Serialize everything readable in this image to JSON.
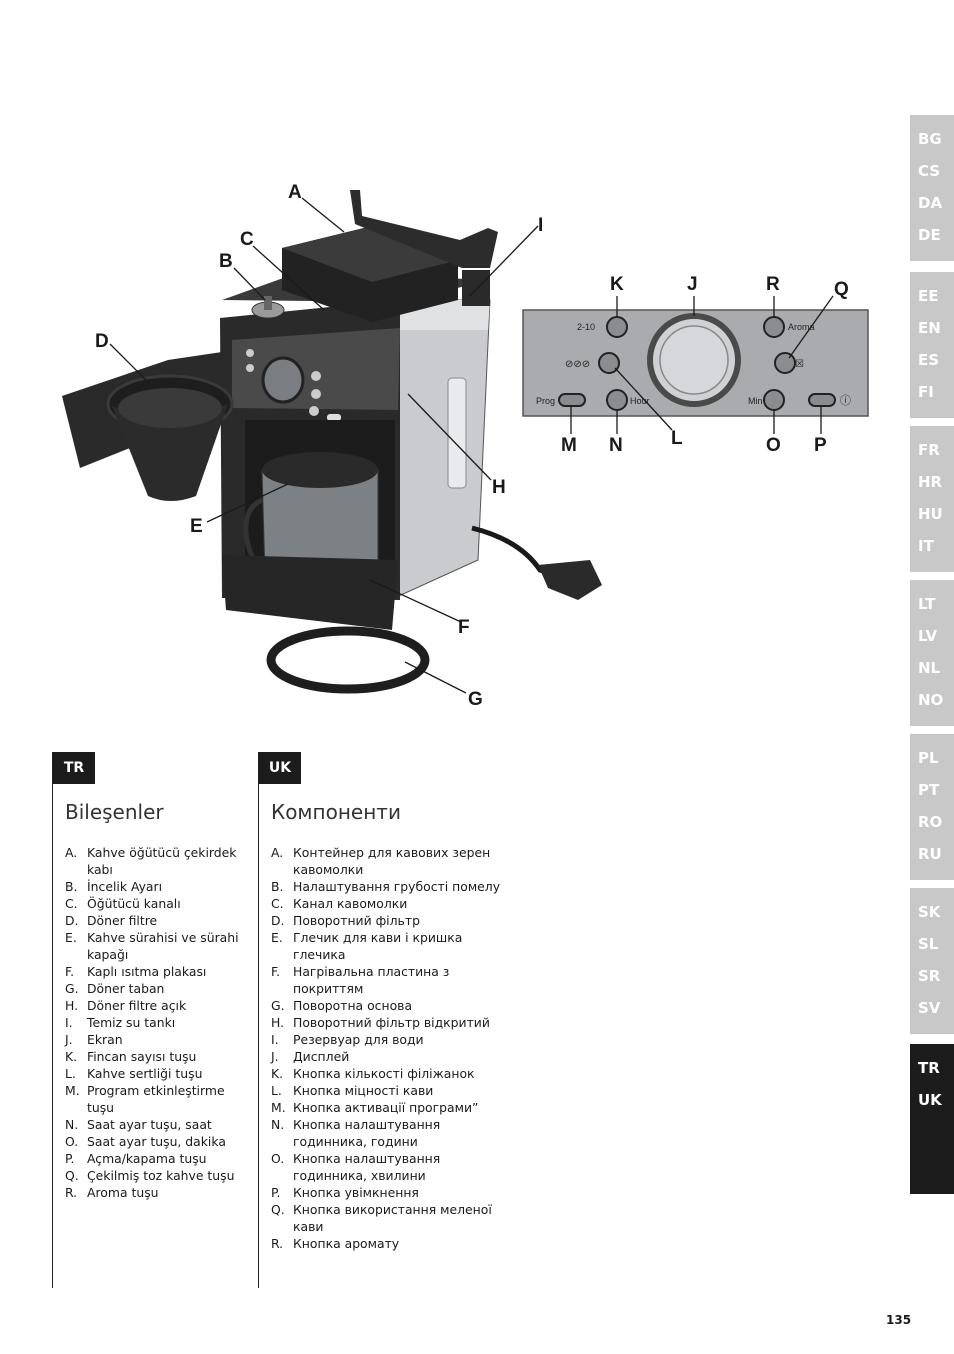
{
  "lang_tabs": [
    {
      "items": [
        "BG",
        "CS",
        "DA",
        "DE"
      ],
      "active": false
    },
    {
      "items": [
        "EE",
        "EN",
        "ES",
        "FI"
      ],
      "active": false
    },
    {
      "items": [
        "FR",
        "HR",
        "HU",
        "IT"
      ],
      "active": false
    },
    {
      "items": [
        "LT",
        "LV",
        "NL",
        "NO"
      ],
      "active": false
    },
    {
      "items": [
        "PL",
        "PT",
        "RO",
        "RU"
      ],
      "active": false
    },
    {
      "items": [
        "SK",
        "SL",
        "SR",
        "SV"
      ],
      "active": false
    },
    {
      "items": [
        "TR",
        "UK"
      ],
      "active": true
    }
  ],
  "figure": {
    "callouts": {
      "A": "A",
      "B": "B",
      "C": "C",
      "D": "D",
      "E": "E",
      "F": "F",
      "G": "G",
      "H": "H",
      "I": "I",
      "J": "J",
      "K": "K",
      "L": "L",
      "M": "M",
      "N": "N",
      "O": "O",
      "P": "P",
      "Q": "Q",
      "R": "R"
    },
    "panel_labels": {
      "cups": "2-10",
      "prog": "Prog",
      "hour": "Hour",
      "min": "Min",
      "aroma": "Aroma"
    }
  },
  "tr": {
    "badge": "TR",
    "heading": "Bileşenler",
    "items": [
      {
        "letter": "A.",
        "text": "Kahve öğütücü çekirdek kabı"
      },
      {
        "letter": "B.",
        "text": "İncelik Ayarı"
      },
      {
        "letter": "C.",
        "text": "Öğütücü kanalı"
      },
      {
        "letter": "D.",
        "text": "Döner filtre"
      },
      {
        "letter": "E.",
        "text": "Kahve sürahisi ve sürahi kapağı"
      },
      {
        "letter": "F.",
        "text": "Kaplı ısıtma plakası"
      },
      {
        "letter": "G.",
        "text": "Döner taban"
      },
      {
        "letter": "H.",
        "text": "Döner filtre açık"
      },
      {
        "letter": "I.",
        "text": "Temiz su tankı"
      },
      {
        "letter": "J.",
        "text": "Ekran"
      },
      {
        "letter": "K.",
        "text": "Fincan sayısı tuşu"
      },
      {
        "letter": "L.",
        "text": "Kahve sertliği tuşu"
      },
      {
        "letter": "M.",
        "text": "Program etkinleştirme tuşu"
      },
      {
        "letter": "N.",
        "text": "Saat ayar tuşu, saat"
      },
      {
        "letter": "O.",
        "text": "Saat ayar tuşu, dakika"
      },
      {
        "letter": "P.",
        "text": "Açma/kapama tuşu"
      },
      {
        "letter": "Q.",
        "text": "Çekilmiş toz kahve tuşu"
      },
      {
        "letter": "R.",
        "text": "Aroma tuşu"
      }
    ]
  },
  "uk": {
    "badge": "UK",
    "heading": "Компоненти",
    "items": [
      {
        "letter": "A.",
        "text": "Контейнер для кавових зерен кавомолки"
      },
      {
        "letter": "B.",
        "text": "Налаштування грубості помелу"
      },
      {
        "letter": "C.",
        "text": "Канал кавомолки"
      },
      {
        "letter": "D.",
        "text": "Поворотний фільтр"
      },
      {
        "letter": "E.",
        "text": "Глечик для кави і кришка глечика"
      },
      {
        "letter": "F.",
        "text": "Нагрівальна пластина з покриттям"
      },
      {
        "letter": "G.",
        "text": "Поворотна основа"
      },
      {
        "letter": "H.",
        "text": "Поворотний фільтр відкритий"
      },
      {
        "letter": "I.",
        "text": "Резервуар для води"
      },
      {
        "letter": "J.",
        "text": "Дисплей"
      },
      {
        "letter": "K.",
        "text": "Кнопка кількості філіжанок"
      },
      {
        "letter": "L.",
        "text": "Кнопка міцності кави"
      },
      {
        "letter": "M.",
        "text": "Кнопка активації програми”"
      },
      {
        "letter": "N.",
        "text": "Кнопка налаштування годинника, години"
      },
      {
        "letter": "O.",
        "text": "Кнопка налаштування годинника, хвилини"
      },
      {
        "letter": "P.",
        "text": "Кнопка увімкнення"
      },
      {
        "letter": "Q.",
        "text": "Кнопка використання меленої кави"
      },
      {
        "letter": "R.",
        "text": "Кнопка аромату"
      }
    ]
  },
  "page_number": "135"
}
